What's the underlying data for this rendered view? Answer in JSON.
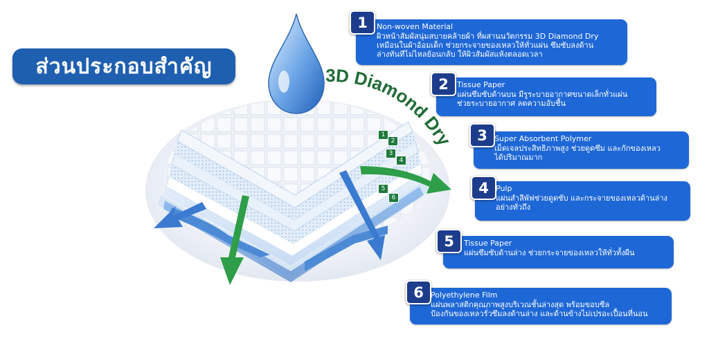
{
  "title": "ส่วนประกอบสำคัญ",
  "brand_label": "3D Diamond Dry",
  "layer_badges": [
    "1",
    "2",
    "3",
    "4",
    "5",
    "6"
  ],
  "colors": {
    "primary": "#1e67d6",
    "number_bg": "#1d3c8c",
    "title_bg": "#1f5fb0",
    "arrow_green": "#2e9e48",
    "text_green": "#1f6b35"
  },
  "items": [
    {
      "number": "1",
      "name": "Non-woven Material",
      "lines": [
        "ผิวหน้าสัมผัสนุ่มสบายคล้ายผ้า ที่ผสานนวัตกรรม 3D Diamond Dry",
        "เหมือนในผ้าอ้อมเด็ก ช่วยกระจายของเหลวให้ทั่วแผ่น ซึมซับลงด้าน",
        "ล่างทันทีไม่ไหลย้อนกลับ ให้ผิวสัมผัสแห้งตลอดเวลา"
      ]
    },
    {
      "number": "2",
      "name": "Tissue Paper",
      "lines": [
        "แผ่นซึมซับด้านบน มีรูระบายอากาศขนาดเล็กทั่วแผ่น",
        "ช่วยระบายอากาศ ลดความอับชื้น"
      ]
    },
    {
      "number": "3",
      "name": "Super Absorbent Polymer",
      "lines": [
        "เม็ดเจลประสิทธิภาพสูง ช่วยดูดซึม และกักของเหลว",
        "ได้ปริมาณมาก"
      ]
    },
    {
      "number": "4",
      "name": "Pulp",
      "lines": [
        "แผ่นสำลีพัฟช่วยดูดซับ และกระจายของเหลวด้านล่าง",
        "อย่างทั่วถึง"
      ]
    },
    {
      "number": "5",
      "name": "Tissue Paper",
      "lines": [
        "แผ่นซึมซับด้านล่าง ช่วยกระจายของเหลวให้ทั่วทั้งผืน"
      ]
    },
    {
      "number": "6",
      "name": "Polyethylene Film",
      "lines": [
        "แผ่นพลาสติกคุณภาพสูงบริเวณชั้นล่างสุด พร้อมขอบซีล",
        "ป้องกันของเหลวรั่วซึมลงด้านล่าง และด้านข้างไม่เปรอะเปื้อนที่นอน"
      ]
    }
  ]
}
